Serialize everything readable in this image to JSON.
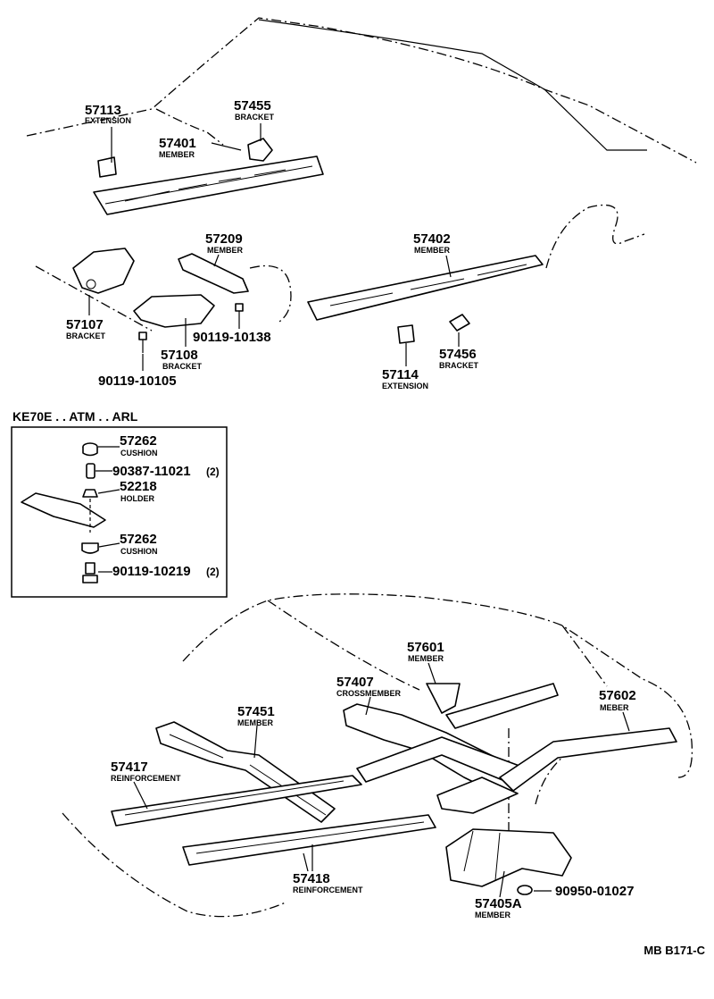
{
  "callouts": [
    {
      "id": "c57113",
      "part_no": "57113",
      "name": "EXTENSION"
    },
    {
      "id": "c57455",
      "part_no": "57455",
      "name": "BRACKET"
    },
    {
      "id": "c57401",
      "part_no": "57401",
      "name": "MEMBER"
    },
    {
      "id": "c57209",
      "part_no": "57209",
      "name": "MEMBER"
    },
    {
      "id": "c57402",
      "part_no": "57402",
      "name": "MEMBER"
    },
    {
      "id": "c57107",
      "part_no": "57107",
      "name": "BRACKET"
    },
    {
      "id": "c90119_10138",
      "part_no": "90119-10138",
      "name": ""
    },
    {
      "id": "c57108",
      "part_no": "57108",
      "name": "BRACKET"
    },
    {
      "id": "c90119_10105",
      "part_no": "90119-10105",
      "name": ""
    },
    {
      "id": "c57114",
      "part_no": "57114",
      "name": "EXTENSION"
    },
    {
      "id": "c57456",
      "part_no": "57456",
      "name": "BRACKET"
    },
    {
      "id": "c57601",
      "part_no": "57601",
      "name": "MEMBER"
    },
    {
      "id": "c57407",
      "part_no": "57407",
      "name": "CROSSMEMBER"
    },
    {
      "id": "c57602",
      "part_no": "57602",
      "name": "MEBER"
    },
    {
      "id": "c57451",
      "part_no": "57451",
      "name": "MEMBER"
    },
    {
      "id": "c57417",
      "part_no": "57417",
      "name": "REINFORCEMENT"
    },
    {
      "id": "c57418",
      "part_no": "57418",
      "name": "REINFORCEMENT"
    },
    {
      "id": "c57405A",
      "part_no": "57405A",
      "name": "MEMBER"
    },
    {
      "id": "c90950_01027",
      "part_no": "90950-01027",
      "name": ""
    }
  ],
  "inset": {
    "header": "KE70E . . ATM . . ARL",
    "items": [
      {
        "id": "i57262a",
        "part_no": "57262",
        "name": "CUSHION",
        "qty": ""
      },
      {
        "id": "i90387",
        "part_no": "90387-11021",
        "name": "",
        "qty": "(2)"
      },
      {
        "id": "i52218",
        "part_no": "52218",
        "name": "HOLDER",
        "qty": ""
      },
      {
        "id": "i57262b",
        "part_no": "57262",
        "name": "CUSHION",
        "qty": ""
      },
      {
        "id": "i90119_10219",
        "part_no": "90119-10219",
        "name": "",
        "qty": "(2)"
      }
    ]
  },
  "figure_code": "MB B171-C"
}
